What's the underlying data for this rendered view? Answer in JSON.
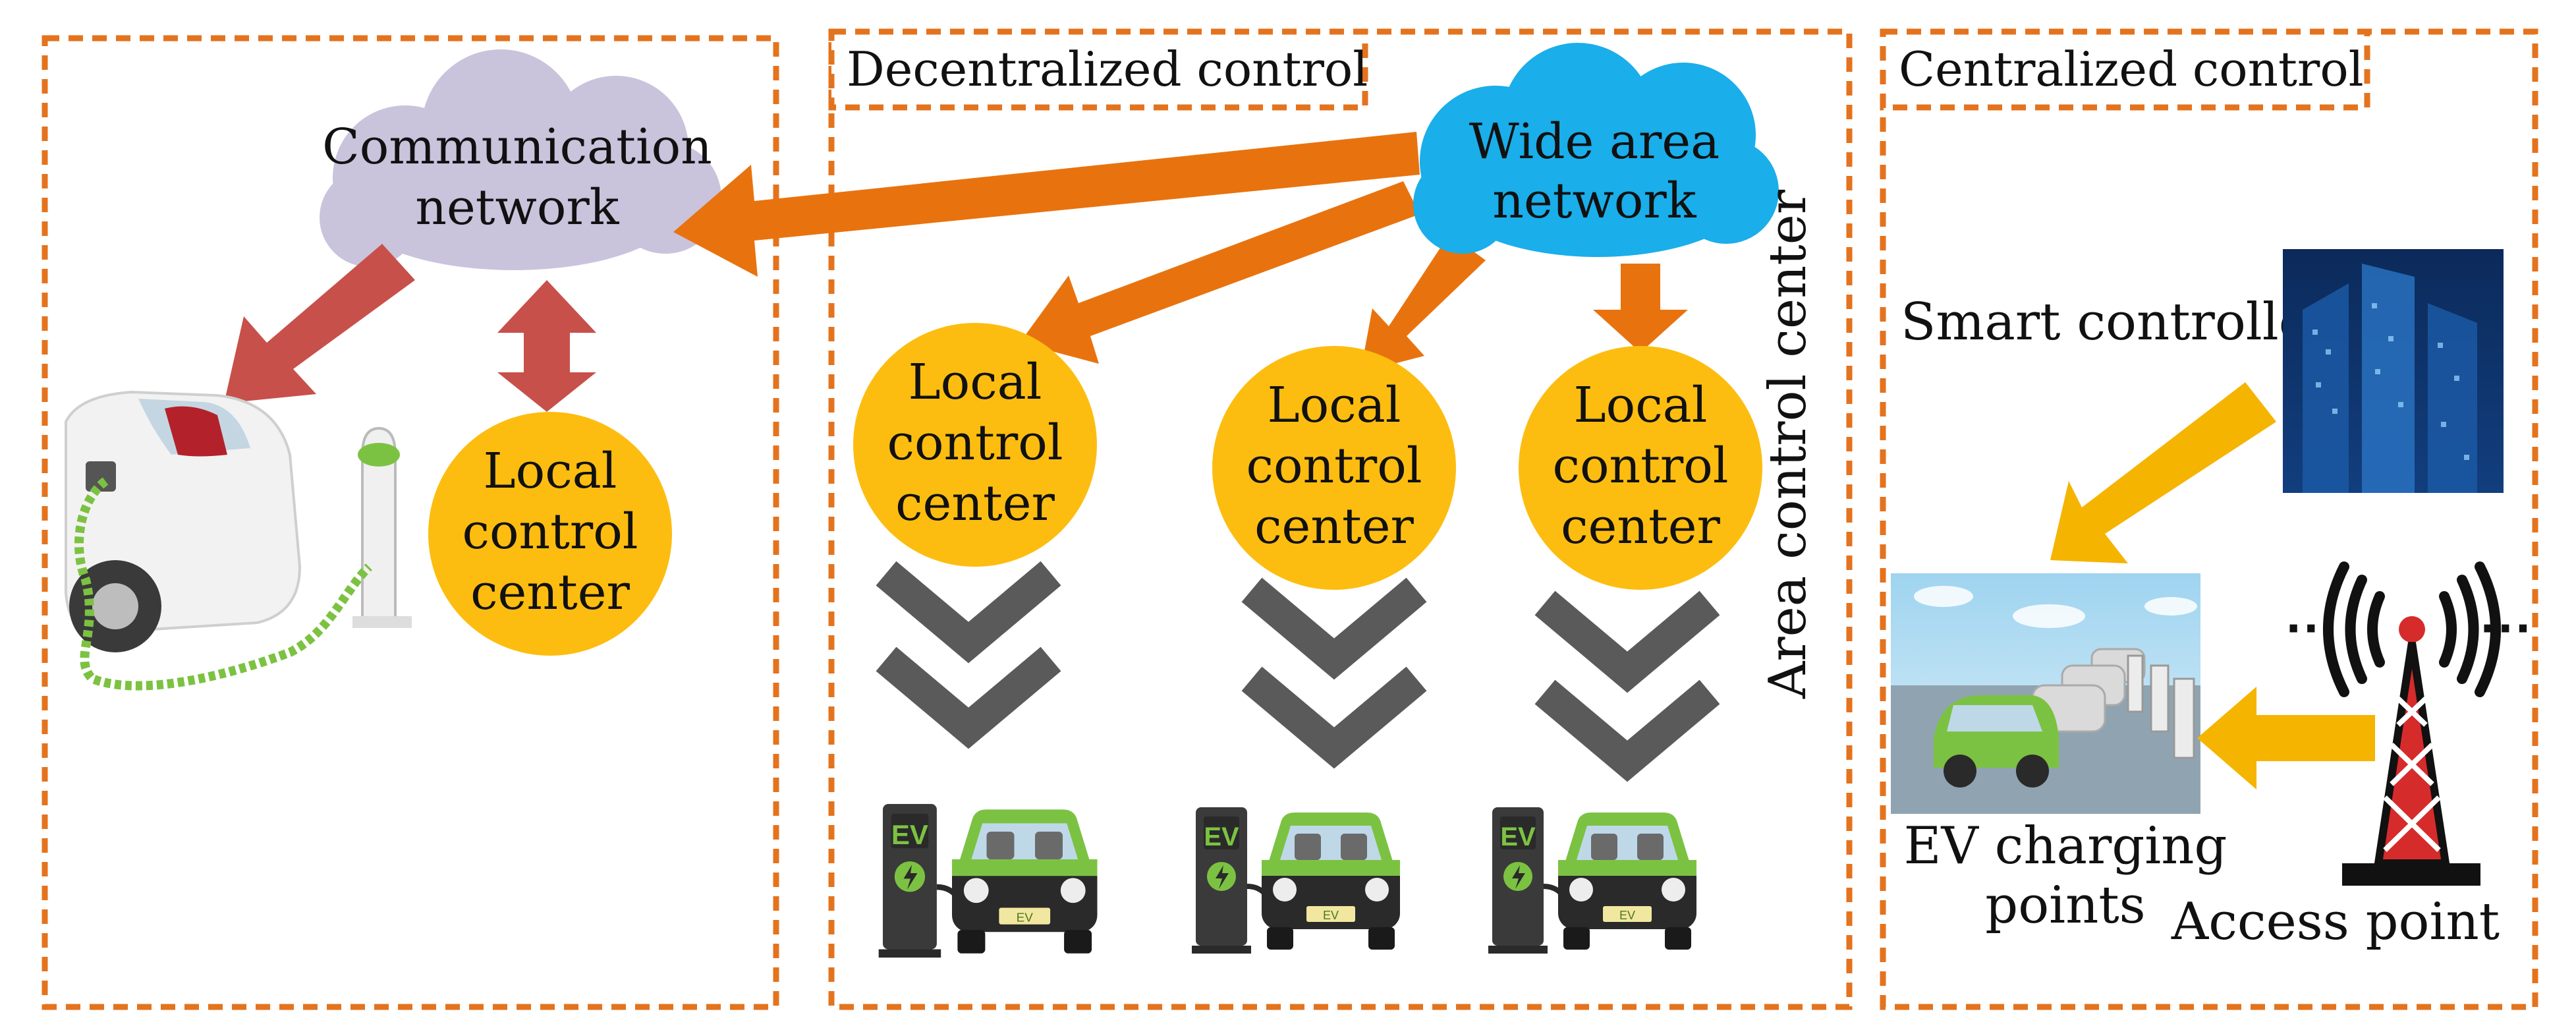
{
  "colors": {
    "panel_border": "#E4731E",
    "arrow_orange": "#E8730E",
    "arrow_red": "#C8504A",
    "arrow_yellow": "#F5B400",
    "circle_yellow": "#FDBD10",
    "cloud_lavender": "#CAC3DC",
    "cloud_blue": "#1AAEEA",
    "chevron_gray": "#5A5A5A",
    "ev_green": "#7CC242"
  },
  "panels": {
    "decentralized": {
      "title": "Decentralized control"
    },
    "centralized": {
      "title": "Centralized control"
    }
  },
  "clouds": {
    "communication": {
      "line1": "Communication",
      "line2": "network",
      "icon": "cloud-icon"
    },
    "wide_area": {
      "line1": "Wide area",
      "line2": "network",
      "icon": "cloud-icon"
    }
  },
  "local_centers": [
    {
      "line1": "Local",
      "line2": "control",
      "line3": "center"
    },
    {
      "line1": "Local",
      "line2": "control",
      "line3": "center"
    },
    {
      "line1": "Local",
      "line2": "control",
      "line3": "center"
    },
    {
      "line1": "Local",
      "line2": "control",
      "line3": "center"
    }
  ],
  "area_label": "Area control center",
  "smart_controller": {
    "label": "Smart controller",
    "icon": "building-icon"
  },
  "ev_points": {
    "line1": "EV charging",
    "line2": "points",
    "icon": "charging-station-icon"
  },
  "access_point": {
    "label": "Access point",
    "icon": "antenna-tower-icon",
    "dots_left": "···",
    "dots_right": "···"
  },
  "ev_station": {
    "badge": "EV",
    "plate": "EV",
    "icon": "ev-charger-car-icon"
  }
}
